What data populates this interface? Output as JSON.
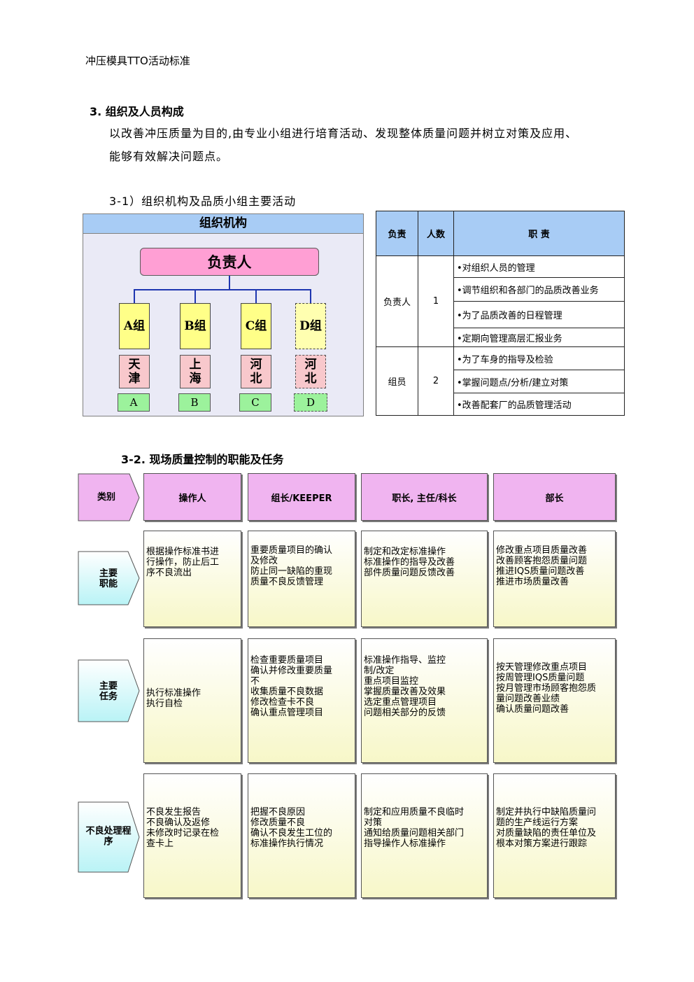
{
  "header": "冲压模具TTO活动标准",
  "section": {
    "title": "3.  组织及人员构成",
    "intro": [
      "以改善冲压质量为目的,由专业小组进行培育活动、发现整体质量问题并树立对策及应用、",
      "能够有效解决问题点。"
    ]
  },
  "sub1": "3-1）组织机构及品质小组主要活动",
  "org": {
    "title": "组织机构",
    "leader": "负责人",
    "groups": [
      {
        "name": "A组",
        "city": "天津",
        "code": "A"
      },
      {
        "name": "B组",
        "city": "上海",
        "code": "B"
      },
      {
        "name": "C组",
        "city": "河北",
        "code": "C"
      },
      {
        "name": "D组",
        "city": "河北",
        "code": "D"
      }
    ]
  },
  "resp_table": {
    "headers": [
      "负责",
      "人数",
      "职  责"
    ],
    "rows": [
      {
        "role": "负责人",
        "count": "1",
        "duties": [
          "•对组织人员的管理",
          "•调节组织和各部门的品质改善业务",
          "•为了品质改善的日程管理",
          "•定期向管理高层汇报业务"
        ]
      },
      {
        "role": "组员",
        "count": "2",
        "duties": [
          "•为了车身的指导及检验",
          "•掌握问题点/分析/建立对策",
          "•改善配套厂的品质管理活动"
        ]
      }
    ]
  },
  "sub2": "3-2.  现场质量控制的职能及任务",
  "grid": {
    "category_label": "类别",
    "columns": [
      "操作人",
      "组长/KEEPER",
      "职长, 主任/科长",
      "部长"
    ],
    "rows": [
      {
        "label": "主要\n职能",
        "cells": [
          "根据操作标准书进\n行操作，防止后工\n序不良流出",
          "重要质量项目的确认\n及修改\n防止同一缺陷的重现\n质量不良反馈管理",
          "制定和改定标准操作\n标准操作的指导及改善\n部件质量问题反馈改善",
          "修改重点项目质量改善\n改善顾客抱怨质量问题\n推进IQS质量问题改善\n推进市场质量改善"
        ]
      },
      {
        "label": "主要\n任务",
        "cells": [
          "执行标准操作\n执行自检",
          "检查重要质量项目\n确认并修改重要质量\n不\n收集质量不良数据\n修改检查卡不良\n确认重点管理项目",
          "标准操作指导、监控\n制/改定\n重点项目监控\n掌握质量改善及效果\n选定重点管理项目\n问题相关部分的反馈",
          "按天管理修改重点项目\n按周管理IQS质量问题\n按月管理市场顾客抱怨质\n量问题改善业绩\n确认质量问题改善"
        ]
      },
      {
        "label": "不良处理程\n序",
        "cells": [
          "不良发生报告\n不良确认及返修\n未修改时记录在检\n查卡上",
          "把握不良原因\n修改质量不良\n确认不良发生工位的\n标准操作执行情况",
          "制定和应用质量不良临时\n对策\n通知给质量问题相关部门\n指导操作人标准操作",
          "制定并执行中缺陷质量问\n题的生产线运行方案\n对质量缺陷的责任单位及\n根本对策方案进行跟踪"
        ]
      }
    ]
  }
}
